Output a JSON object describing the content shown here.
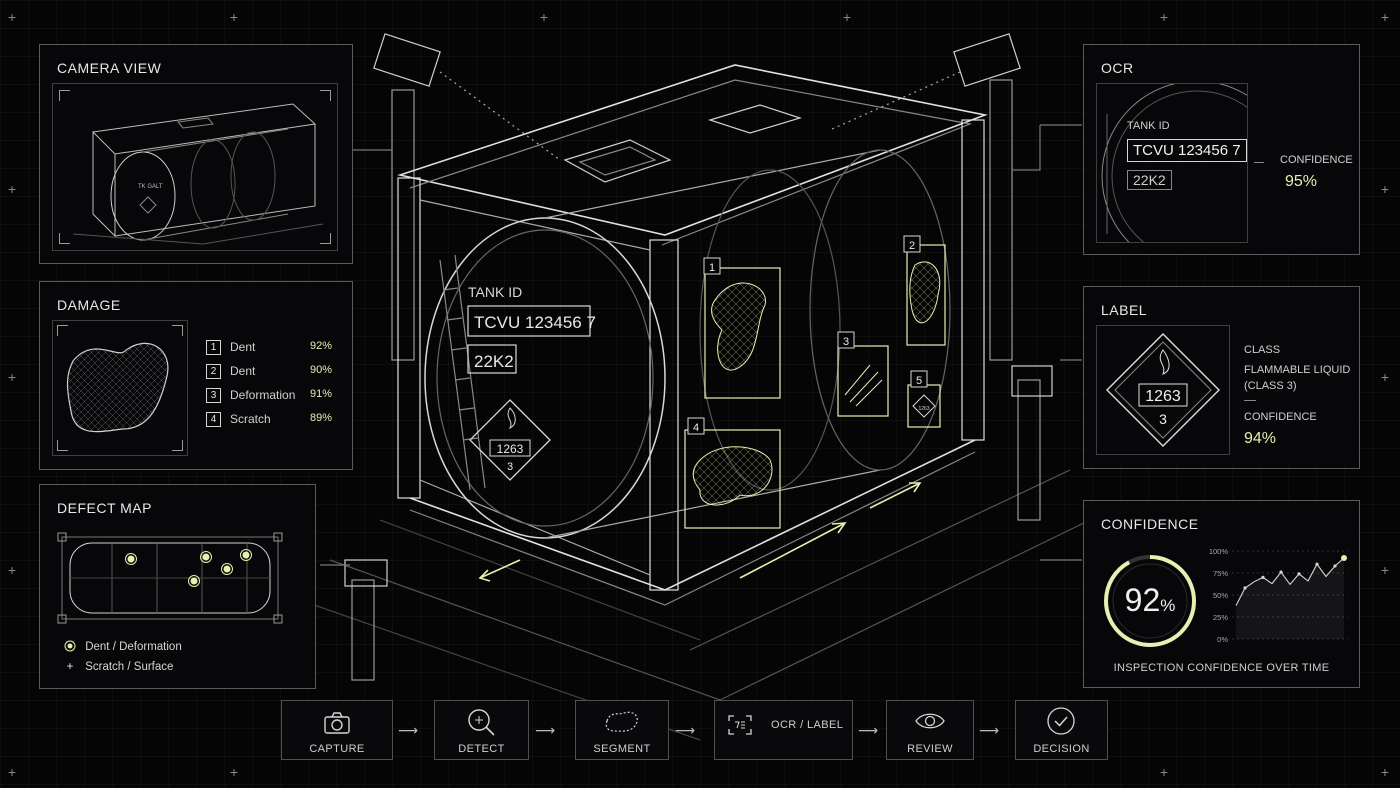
{
  "colors": {
    "accent": "#e6f0b0",
    "line": "#cfcfcf",
    "bg": "#050506"
  },
  "camera_view": {
    "title": "CAMERA VIEW",
    "mini_label": "TK GALT"
  },
  "damage": {
    "title": "DAMAGE",
    "items": [
      {
        "num": "1",
        "label": "Dent",
        "pct": "92%"
      },
      {
        "num": "2",
        "label": "Dent",
        "pct": "90%"
      },
      {
        "num": "3",
        "label": "Deformation",
        "pct": "91%"
      },
      {
        "num": "4",
        "label": "Scratch",
        "pct": "89%"
      }
    ]
  },
  "defect_map": {
    "title": "DEFECT MAP",
    "legend": [
      {
        "icon": "dot-marker-icon",
        "label": "Dent / Deformation"
      },
      {
        "icon": "plus-marker-icon",
        "label": "Scratch / Surface"
      }
    ]
  },
  "center": {
    "tank_id_label": "TANK ID",
    "tank_id": "TCVU 123456 7",
    "type_code": "22K2",
    "hazard_number": "1263",
    "hazard_class": "3",
    "detections": [
      "1",
      "2",
      "3",
      "4",
      "5"
    ],
    "small_placard": "1263"
  },
  "ocr": {
    "title": "OCR",
    "tank_id_label": "TANK ID",
    "tank_id": "TCVU 123456 7",
    "type_code": "22K2",
    "confidence_label": "CONFIDENCE",
    "confidence": "95%"
  },
  "label": {
    "title": "LABEL",
    "placard_number": "1263",
    "placard_class": "3",
    "class_label": "CLASS",
    "class_line1": "FLAMMABLE LIQUID",
    "class_line2": "(CLASS 3)",
    "confidence_label": "CONFIDENCE",
    "confidence": "94%"
  },
  "confidence": {
    "title": "CONFIDENCE",
    "value": "92",
    "unit": "%",
    "gauge_fraction": 0.92,
    "y_ticks": [
      "100%",
      "75%",
      "50%",
      "25%",
      "0%"
    ],
    "series": [
      38,
      58,
      65,
      70,
      63,
      76,
      62,
      74,
      66,
      85,
      71,
      83,
      92
    ],
    "caption": "INSPECTION CONFIDENCE OVER TIME"
  },
  "pipeline": {
    "steps": [
      {
        "label": "CAPTURE",
        "icon": "camera-icon"
      },
      {
        "label": "DETECT",
        "icon": "detect-magnifier-icon"
      },
      {
        "label": "SEGMENT",
        "icon": "segment-blob-icon"
      },
      {
        "label": "OCR / LABEL",
        "icon": "ocr-scan-icon"
      },
      {
        "label": "REVIEW",
        "icon": "eye-icon"
      },
      {
        "label": "DECISION",
        "icon": "check-circle-icon"
      }
    ]
  }
}
